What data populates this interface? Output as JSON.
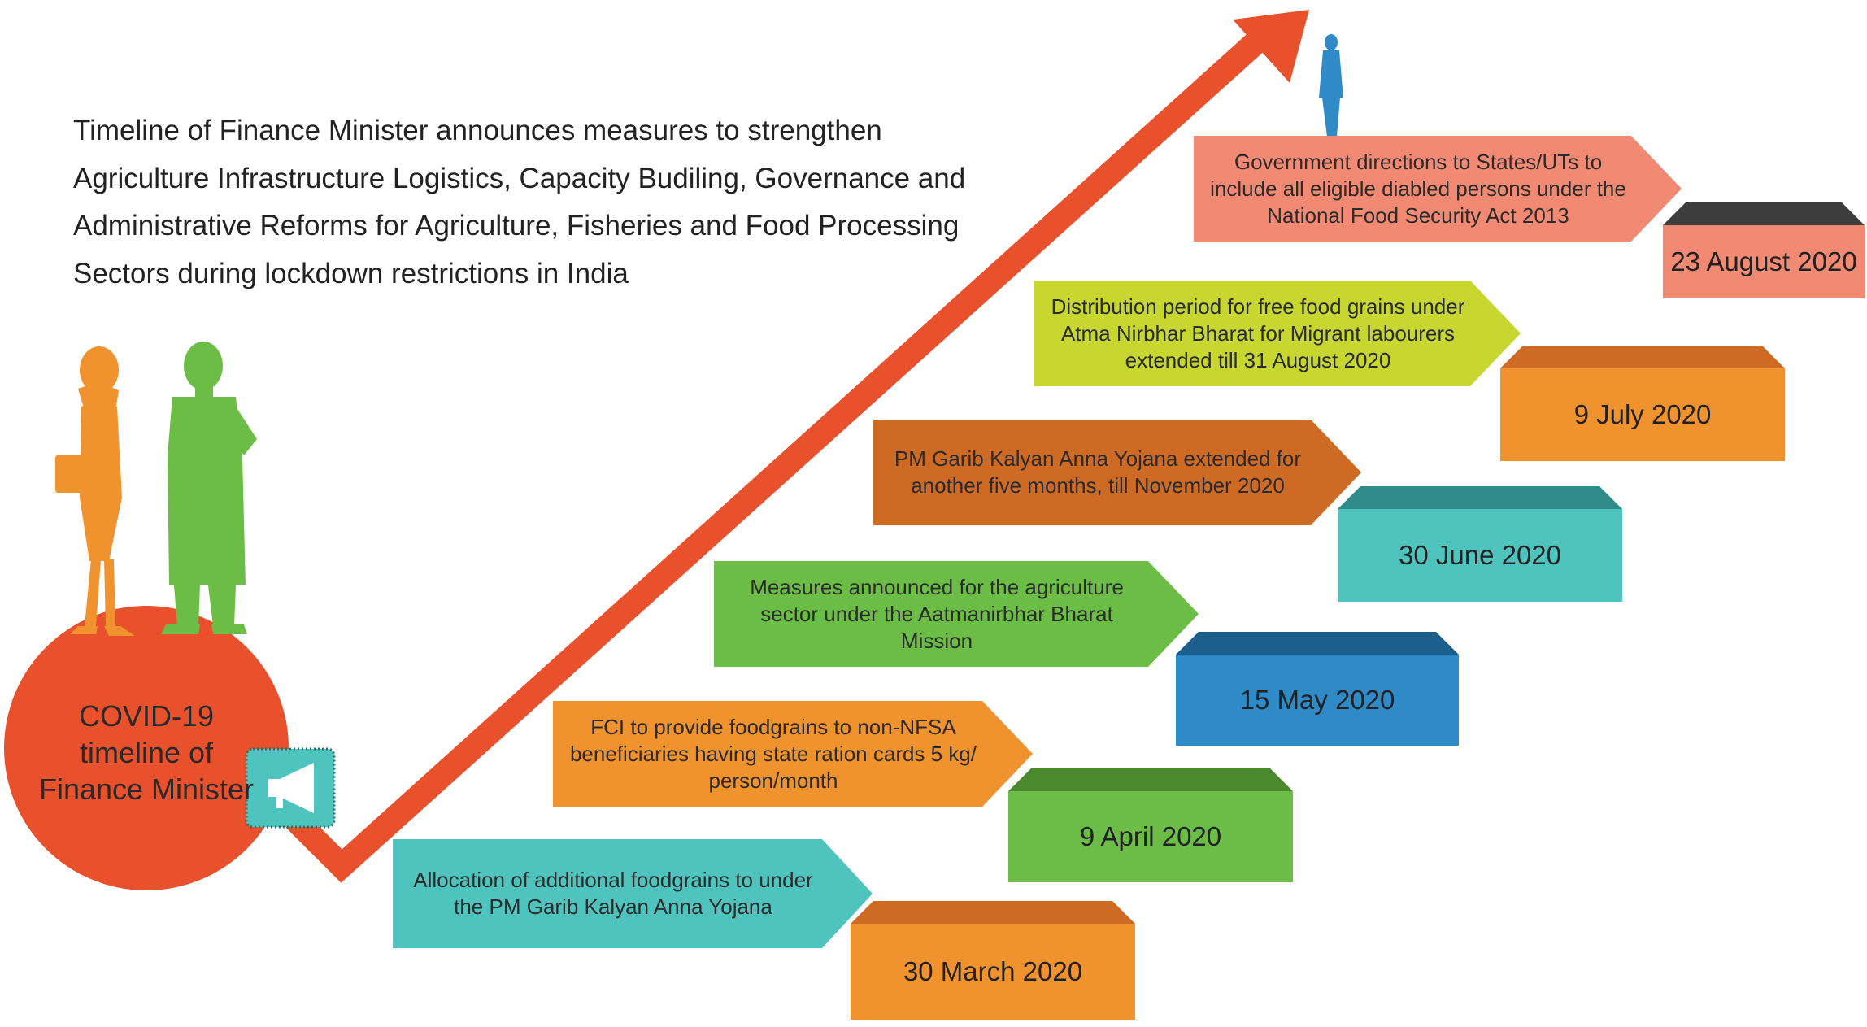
{
  "title": "Timeline of Finance Minister announces measures to strengthen Agriculture Infrastructure Logistics, Capacity Budiling, Governance and Administrative Reforms for Agriculture, Fisheries and Food Processing Sectors during lockdown restrictions in India",
  "circle": {
    "text": "COVID-19 timeline of Finance Minister",
    "color": "#e8512b"
  },
  "arrow_color": "#e8512b",
  "events": [
    {
      "label": "Allocation of additional foodgrains to under the PM Garib Kalyan Anna Yojana",
      "date": "30 March 2020",
      "label_color": "#4fc3bd",
      "date_color": "#f0922e",
      "date_top_color": "#cf6a24"
    },
    {
      "label": "FCI to provide foodgrains to non-NFSA beneficiaries having state ration cards 5 kg/ person/month",
      "date": "9 April 2020",
      "label_color": "#f0922e",
      "date_color": "#6cbd45",
      "date_top_color": "#4a8a2c"
    },
    {
      "label": "Measures announced for the agriculture sector under the Aatmanirbhar Bharat Mission",
      "date": "15 May 2020",
      "label_color": "#6cbd45",
      "date_color": "#2e8bc8",
      "date_top_color": "#1d5f8c"
    },
    {
      "label": "PM Garib Kalyan Anna Yojana extended for another five months, till November 2020",
      "date": "30 June 2020",
      "label_color": "#cf6a24",
      "date_color": "#4fc3bd",
      "date_top_color": "#2f8c88"
    },
    {
      "label": "Distribution period for free food grains under Atma Nirbhar Bharat for Migrant labourers extended till 31 August 2020",
      "date": "9 July 2020",
      "label_color": "#c8d630",
      "date_color": "#f0922e",
      "date_top_color": "#cf6a24"
    },
    {
      "label": "Government directions to States/UTs to include all eligible diabled persons under the National Food Security Act 2013",
      "date": "23 August 2020",
      "label_color": "#f28a73",
      "date_color": "#f28a73",
      "date_top_color": "#3d3d3d"
    }
  ],
  "icons": {
    "megaphone": "megaphone-icon",
    "woman": "businesswoman-icon",
    "man": "businessman-icon",
    "top_figure": "woman-figure-icon"
  }
}
